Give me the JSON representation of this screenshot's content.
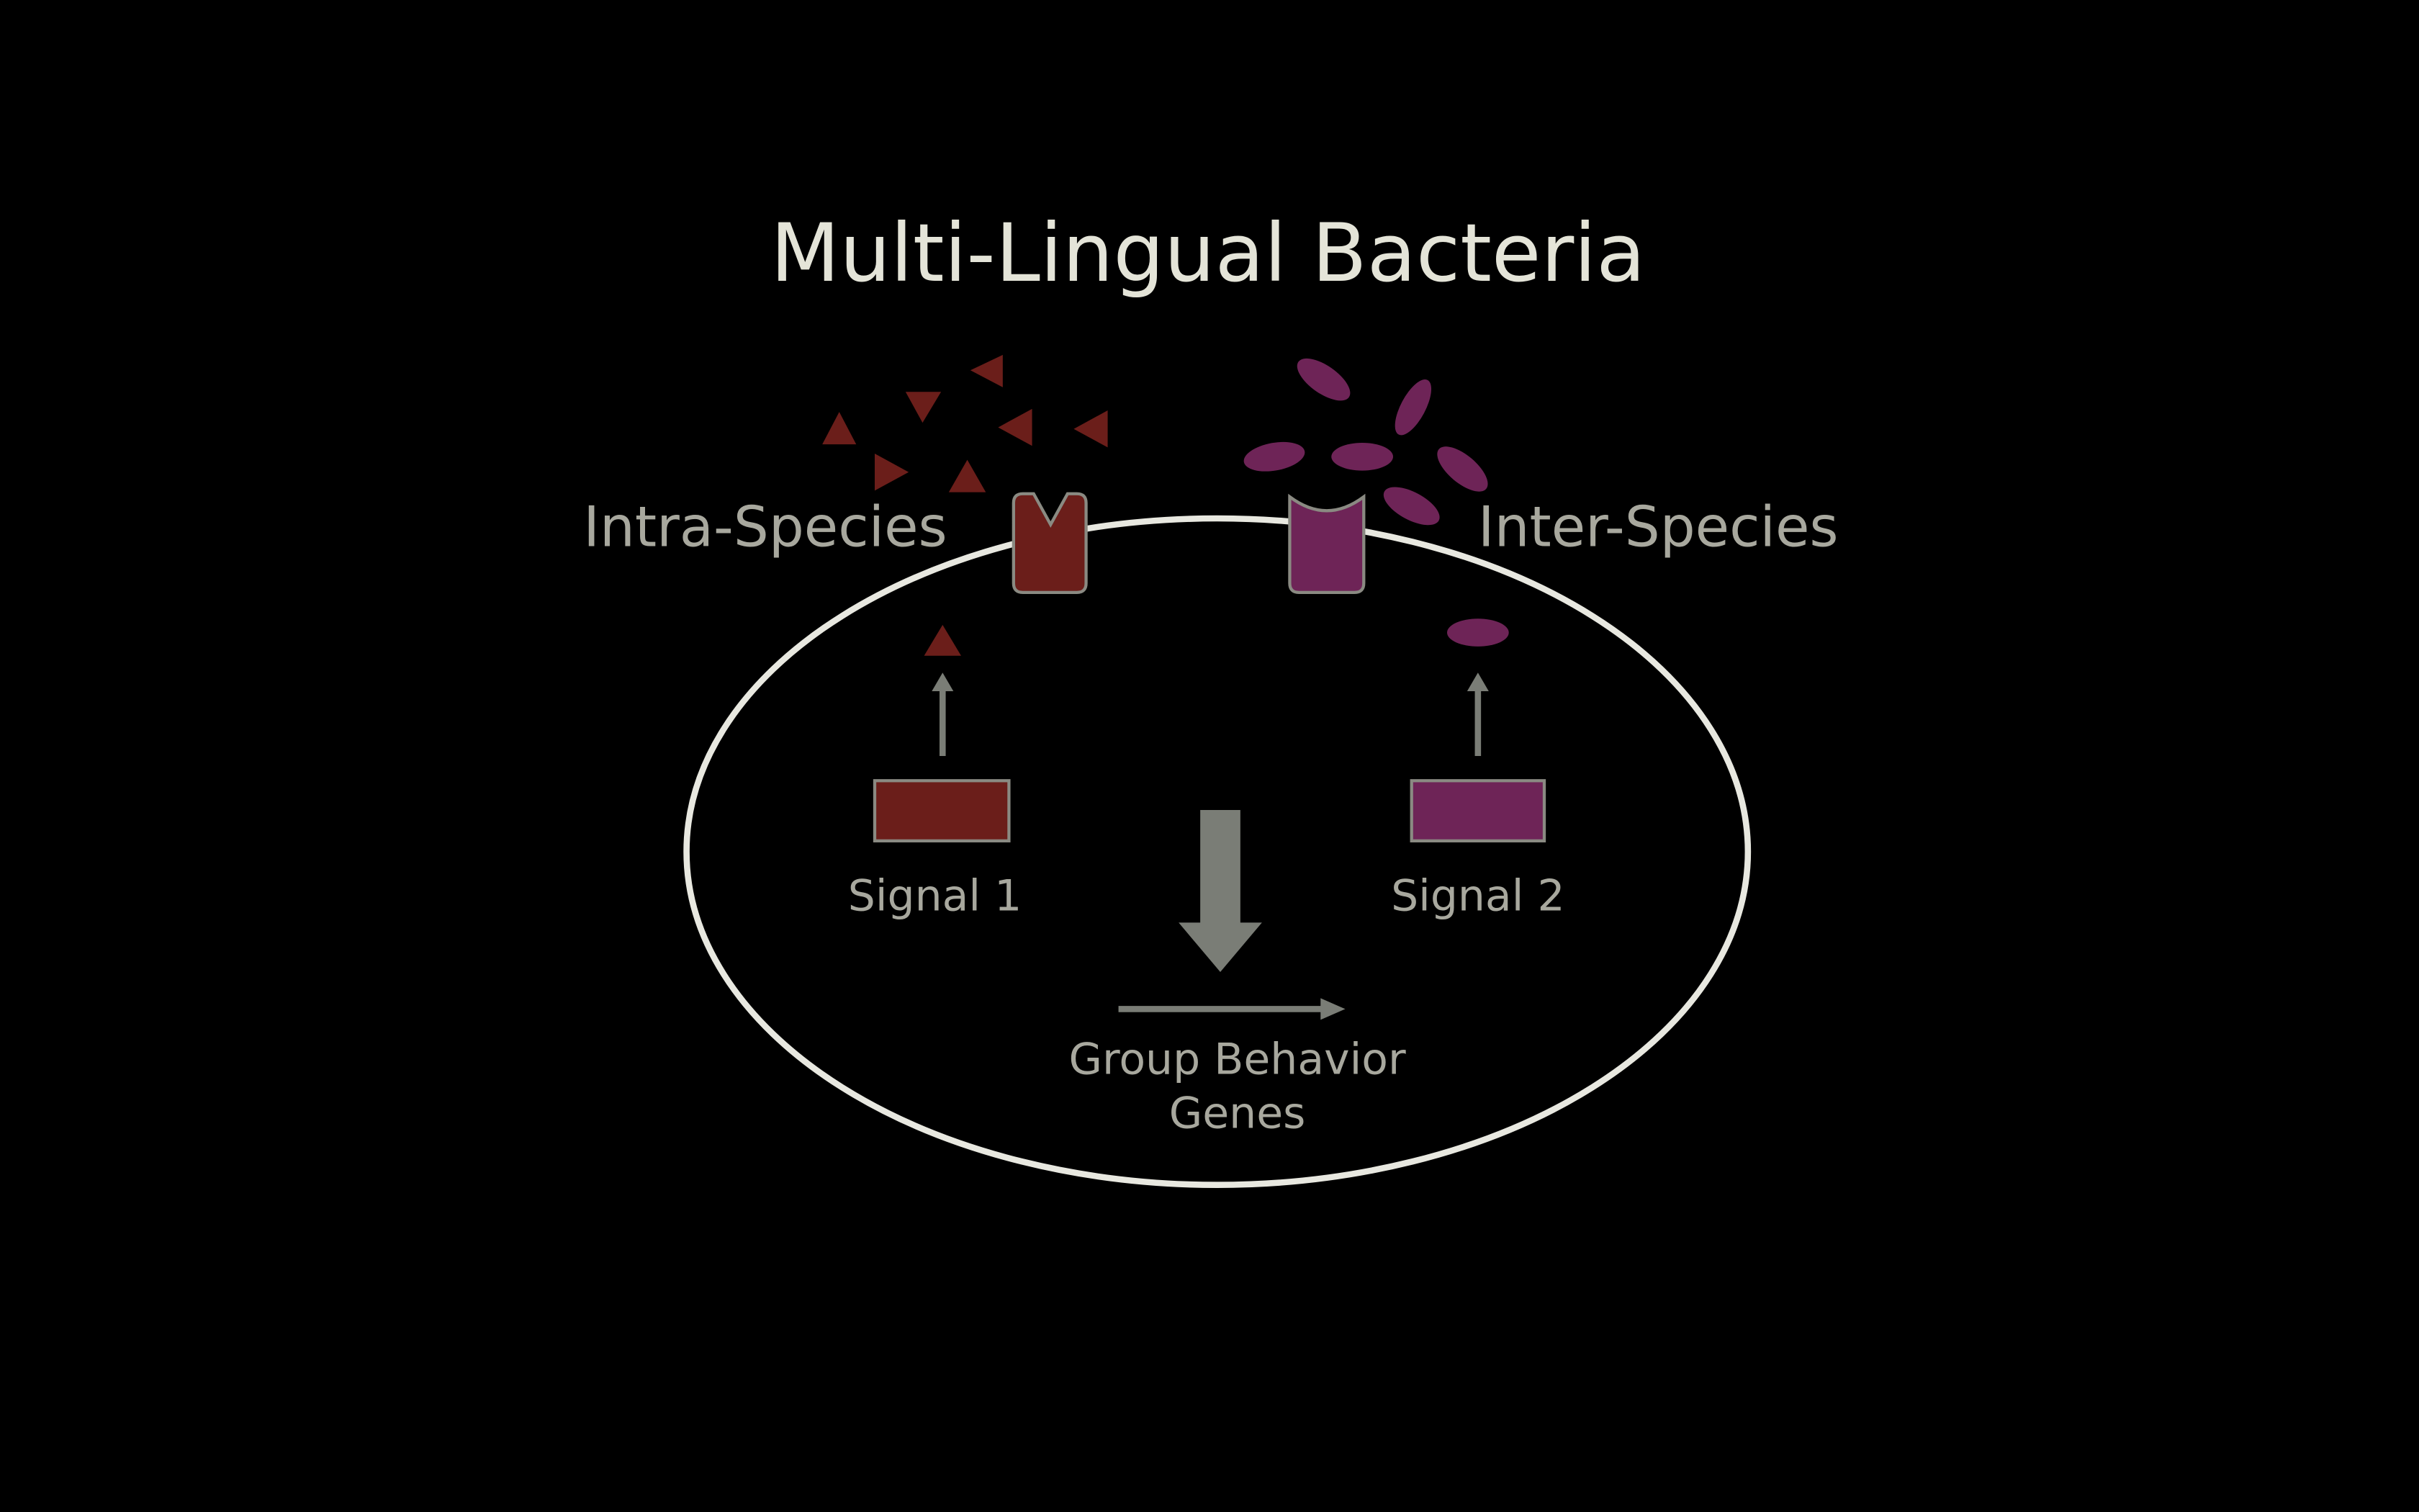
{
  "slide": {
    "title": "Multi-Lingual Bacteria",
    "intra_label": "Intra-Species",
    "inter_label": "Inter-Species",
    "signal1_label": "Signal 1",
    "signal2_label": "Signal 2",
    "genes_label_line1": "Group Behavior",
    "genes_label_line2": "Genes"
  },
  "colors": {
    "background": "#000000",
    "title": "#e4e4d8",
    "label": "#a8a89e",
    "intra_signal": "#6b1e1a",
    "inter_signal": "#6e2457",
    "membrane": "#e8e8e0",
    "arrow": "#7a7d76"
  }
}
